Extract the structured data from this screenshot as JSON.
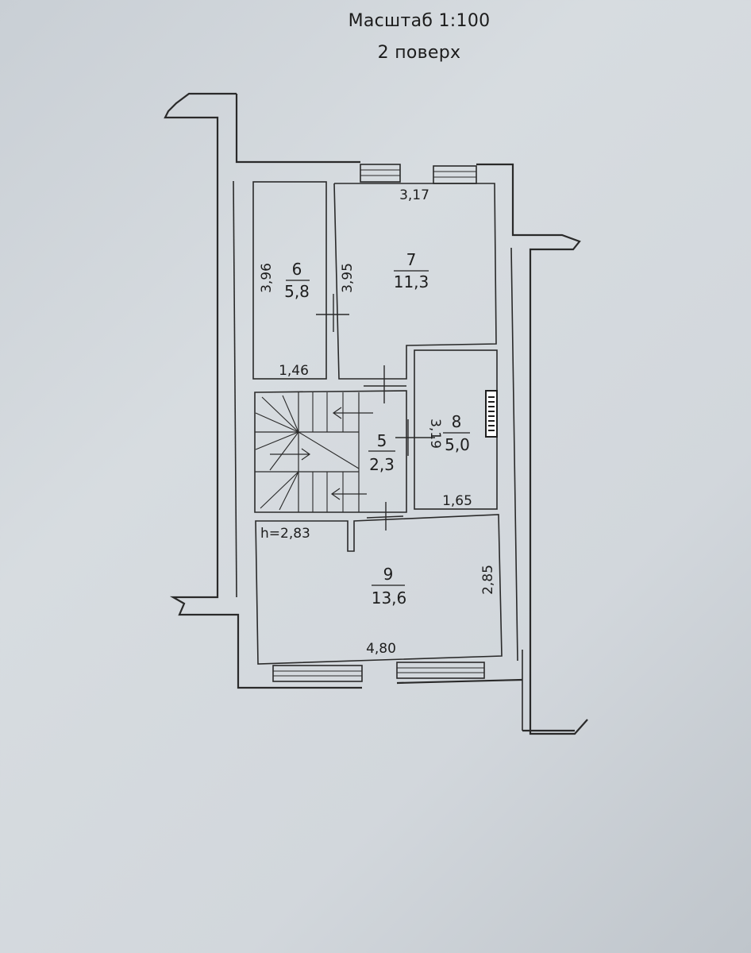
{
  "header": {
    "scale": "Масштаб 1:100",
    "floor": "2 поверх"
  },
  "rooms": [
    {
      "number": "6",
      "area": "5,8",
      "dim_a": "3,96",
      "dim_b": "1,46"
    },
    {
      "number": "7",
      "area": "11,3",
      "dim_a": "3,95",
      "dim_b": "3,17"
    },
    {
      "number": "5",
      "area": "2,3"
    },
    {
      "number": "8",
      "area": "5,0",
      "dim_a": "3,19",
      "dim_b": "1,65"
    },
    {
      "number": "9",
      "area": "13,6",
      "dim_a": "2,85",
      "dim_b": "4,80"
    }
  ],
  "ceiling_height": "h=2,83"
}
